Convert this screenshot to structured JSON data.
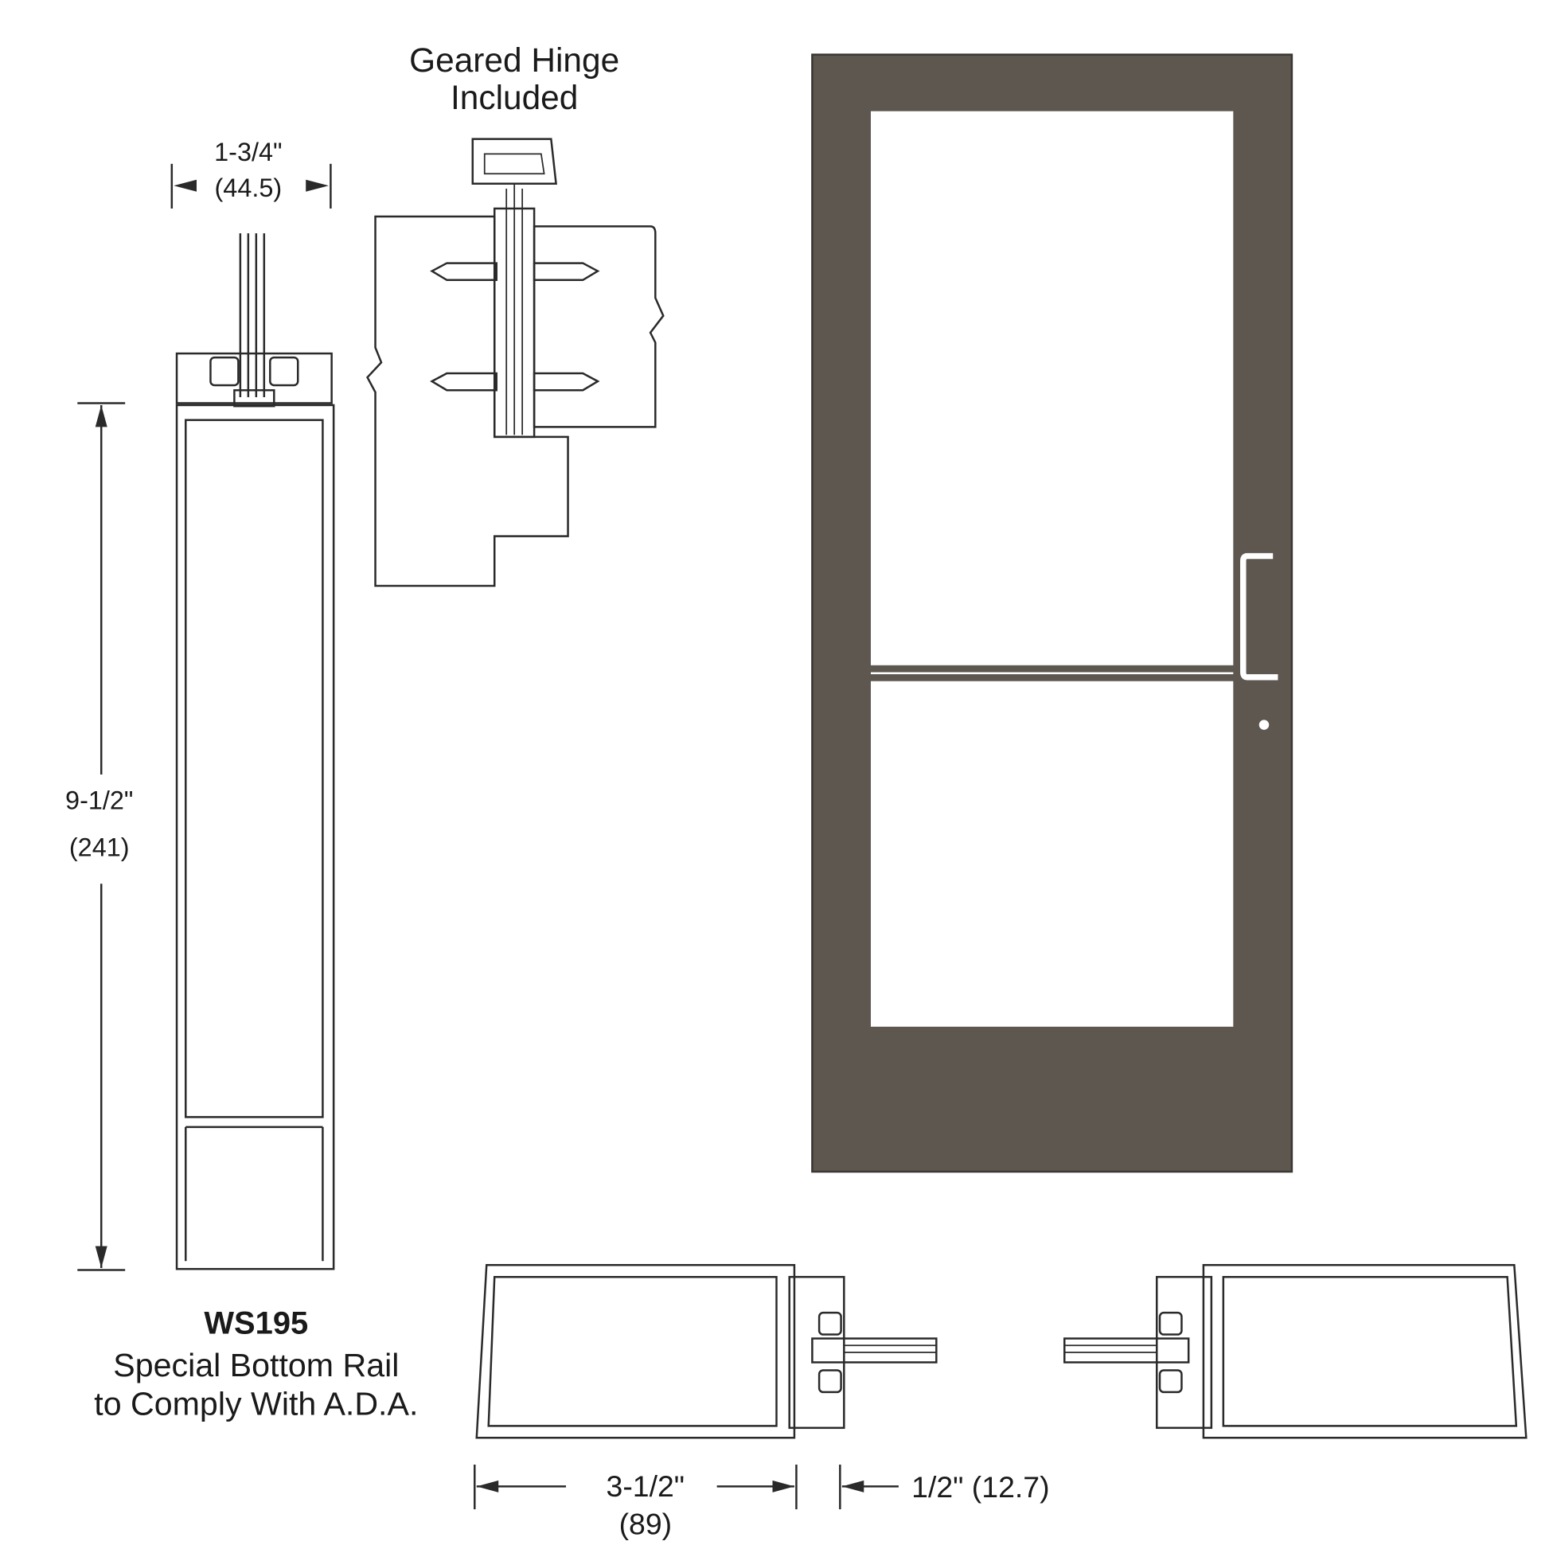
{
  "hinge": {
    "title_line1": "Geared Hinge",
    "title_line2": "Included"
  },
  "top_dimension": {
    "imperial": "1-3/4\"",
    "metric": "(44.5)"
  },
  "height_dimension": {
    "imperial": "9-1/2\"",
    "metric": "(241)"
  },
  "caption": {
    "model": "WS195",
    "line1": "Special Bottom Rail",
    "line2": "to Comply With A.D.A."
  },
  "stile_dimension": {
    "imperial": "3-1/2\"",
    "metric": "(89)"
  },
  "gap_dimension": {
    "label": "1/2\" (12.7)"
  },
  "colors": {
    "door_finish": "#5d5750",
    "line": "#2a2a2a"
  }
}
